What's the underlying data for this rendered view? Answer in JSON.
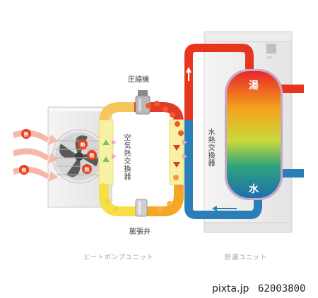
{
  "labels": {
    "compressor": "圧縮機",
    "expansion_valve": "膨張弁",
    "air_heat_exchanger": "空気熱交換器",
    "water_heat_exchanger": "水熱交換器",
    "heat_pump_unit": "ヒートポンプユニット",
    "storage_unit": "貯湯ユニット",
    "tank_top": "湯",
    "tank_bottom": "水",
    "heat": "熱"
  },
  "footer": {
    "brand": "pixta.jp",
    "image_number": "62003800"
  },
  "colors": {
    "hot_pipe": "#e8351f",
    "cold_pipe": "#2a7fb8",
    "loop_hot": "#e23b2a",
    "loop_warm": "#f5a623",
    "loop_cool": "#f7e046",
    "tank_gradient": [
      "#e8262a",
      "#f4a51b",
      "#c8d93c",
      "#2fa37c",
      "#1f6fb0"
    ]
  }
}
